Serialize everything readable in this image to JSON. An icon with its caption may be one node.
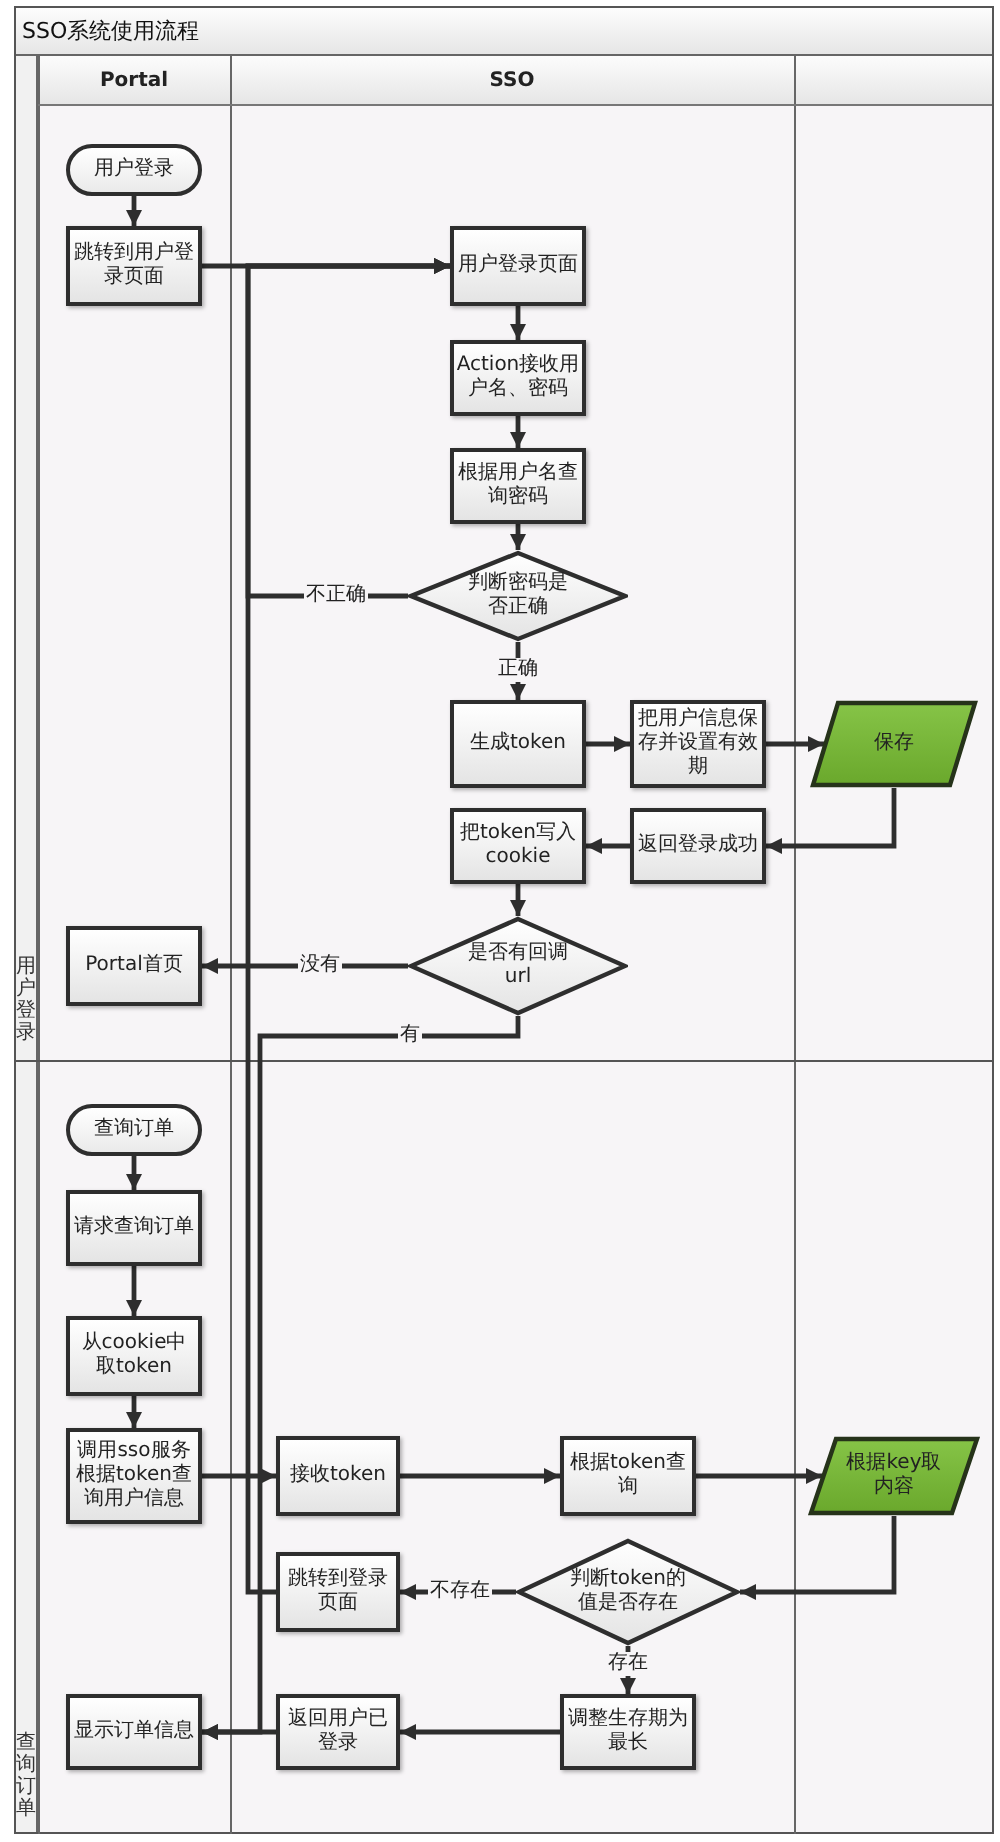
{
  "diagram": {
    "title": "SSO系统使用流程",
    "nodes": [
      {
        "text": [
          "Portal"
        ]
      },
      {
        "text": [
          "SSO"
        ]
      },
      {
        "text": [],
        "shape": "box"
      },
      {
        "text": [
          "用户登录"
        ],
        "in": 0
      },
      {
        "text": [
          "跳转到用户登录页面"
        ],
        "in": 0
      },
      {
        "text": [
          "用户登录页面"
        ],
        "in": 1
      },
      {
        "text": [
          "Action接收用户名、密码"
        ],
        "in": 1
      },
      {
        "text": [
          "根据用户名查询密码"
        ],
        "in": 1
      },
      {
        "text": [
          "判断密码是否正确"
        ],
        "in": 1
      },
      {
        "text": [
          "生成token"
        ],
        "in": 1
      },
      {
        "text": [
          "把用户信息保存并设置有效期"
        ],
        "in": 1
      },
      {
        "text": [
          "保存"
        ],
        "in": 2
      },
      {
        "text": [
          "返回登录成功"
        ],
        "in": 1
      },
      {
        "text": [
          "把token写入cookie"
        ],
        "in": 1
      },
      {
        "text": [
          "是否有回调url"
        ],
        "in": 1
      },
      {
        "text": [
          "Portal首页"
        ],
        "in": 0
      },
      {
        "text": [
          "查询订单"
        ],
        "in": 0
      },
      {
        "text": [
          "请求查询订单"
        ],
        "in": 0
      },
      {
        "text": [
          "从cookie中取token"
        ],
        "in": 0
      },
      {
        "text": [
          "调用sso服务根据token查询用户信息"
        ],
        "in": 0
      },
      {
        "text": [
          "接收token"
        ],
        "in": 1
      },
      {
        "text": [
          "根据token查询"
        ],
        "in": 1
      },
      {
        "text": [
          "根据key取内容"
        ],
        "in": 2
      },
      {
        "text": [
          "判断token的值是否存在"
        ],
        "in": 1
      },
      {
        "text": [
          "跳转到登录页面"
        ],
        "in": 1
      },
      {
        "text": [
          "调整生存期为最长"
        ],
        "in": 1
      },
      {
        "text": [
          "返回用户已登录"
        ],
        "in": 1
      },
      {
        "text": [
          "显示订单信息"
        ],
        "in": 0
      }
    ],
    "edges": [
      {
        "from": 3,
        "to": 4,
        "arrow": "to"
      },
      {
        "from": 4,
        "to": 5,
        "arrow": "to"
      },
      {
        "from": 5,
        "to": 6,
        "arrow": "to"
      },
      {
        "from": 6,
        "to": 7,
        "arrow": "to"
      },
      {
        "from": 7,
        "to": 8,
        "arrow": "to"
      },
      {
        "from": 8,
        "to": 9,
        "arrow": "to",
        "label": "正确"
      },
      {
        "from": 8,
        "to": 5,
        "arrow": "to",
        "label": "不正确"
      },
      {
        "from": 9,
        "to": 10,
        "arrow": "to"
      },
      {
        "from": 10,
        "to": 11,
        "arrow": "to"
      },
      {
        "from": 11,
        "to": 12,
        "arrow": "to"
      },
      {
        "from": 12,
        "to": 13,
        "arrow": "to"
      },
      {
        "from": 13,
        "to": 14,
        "arrow": "to"
      },
      {
        "from": 14,
        "to": 15,
        "arrow": "to",
        "label": "没有"
      },
      {
        "from": 14,
        "to": 27,
        "arrow": "to",
        "label": "有"
      },
      {
        "from": 16,
        "to": 17,
        "arrow": "to"
      },
      {
        "from": 17,
        "to": 18,
        "arrow": "to"
      },
      {
        "from": 18,
        "to": 19,
        "arrow": "to"
      },
      {
        "from": 19,
        "to": 20,
        "arrow": "to"
      },
      {
        "from": 20,
        "to": 21,
        "arrow": "to"
      },
      {
        "from": 21,
        "to": 22,
        "arrow": "to"
      },
      {
        "from": 22,
        "to": 23,
        "arrow": "to"
      },
      {
        "from": 23,
        "to": 24,
        "arrow": "to",
        "label": "不存在"
      },
      {
        "from": 23,
        "to": 25,
        "arrow": "to",
        "label": "存在"
      },
      {
        "from": 25,
        "to": 26,
        "arrow": "to"
      },
      {
        "from": 26,
        "to": 27,
        "arrow": "to"
      },
      {
        "from": 24,
        "to": 5,
        "arrow": "to"
      }
    ],
    "labels": [
      "用户登录",
      "查询订单"
    ]
  }
}
